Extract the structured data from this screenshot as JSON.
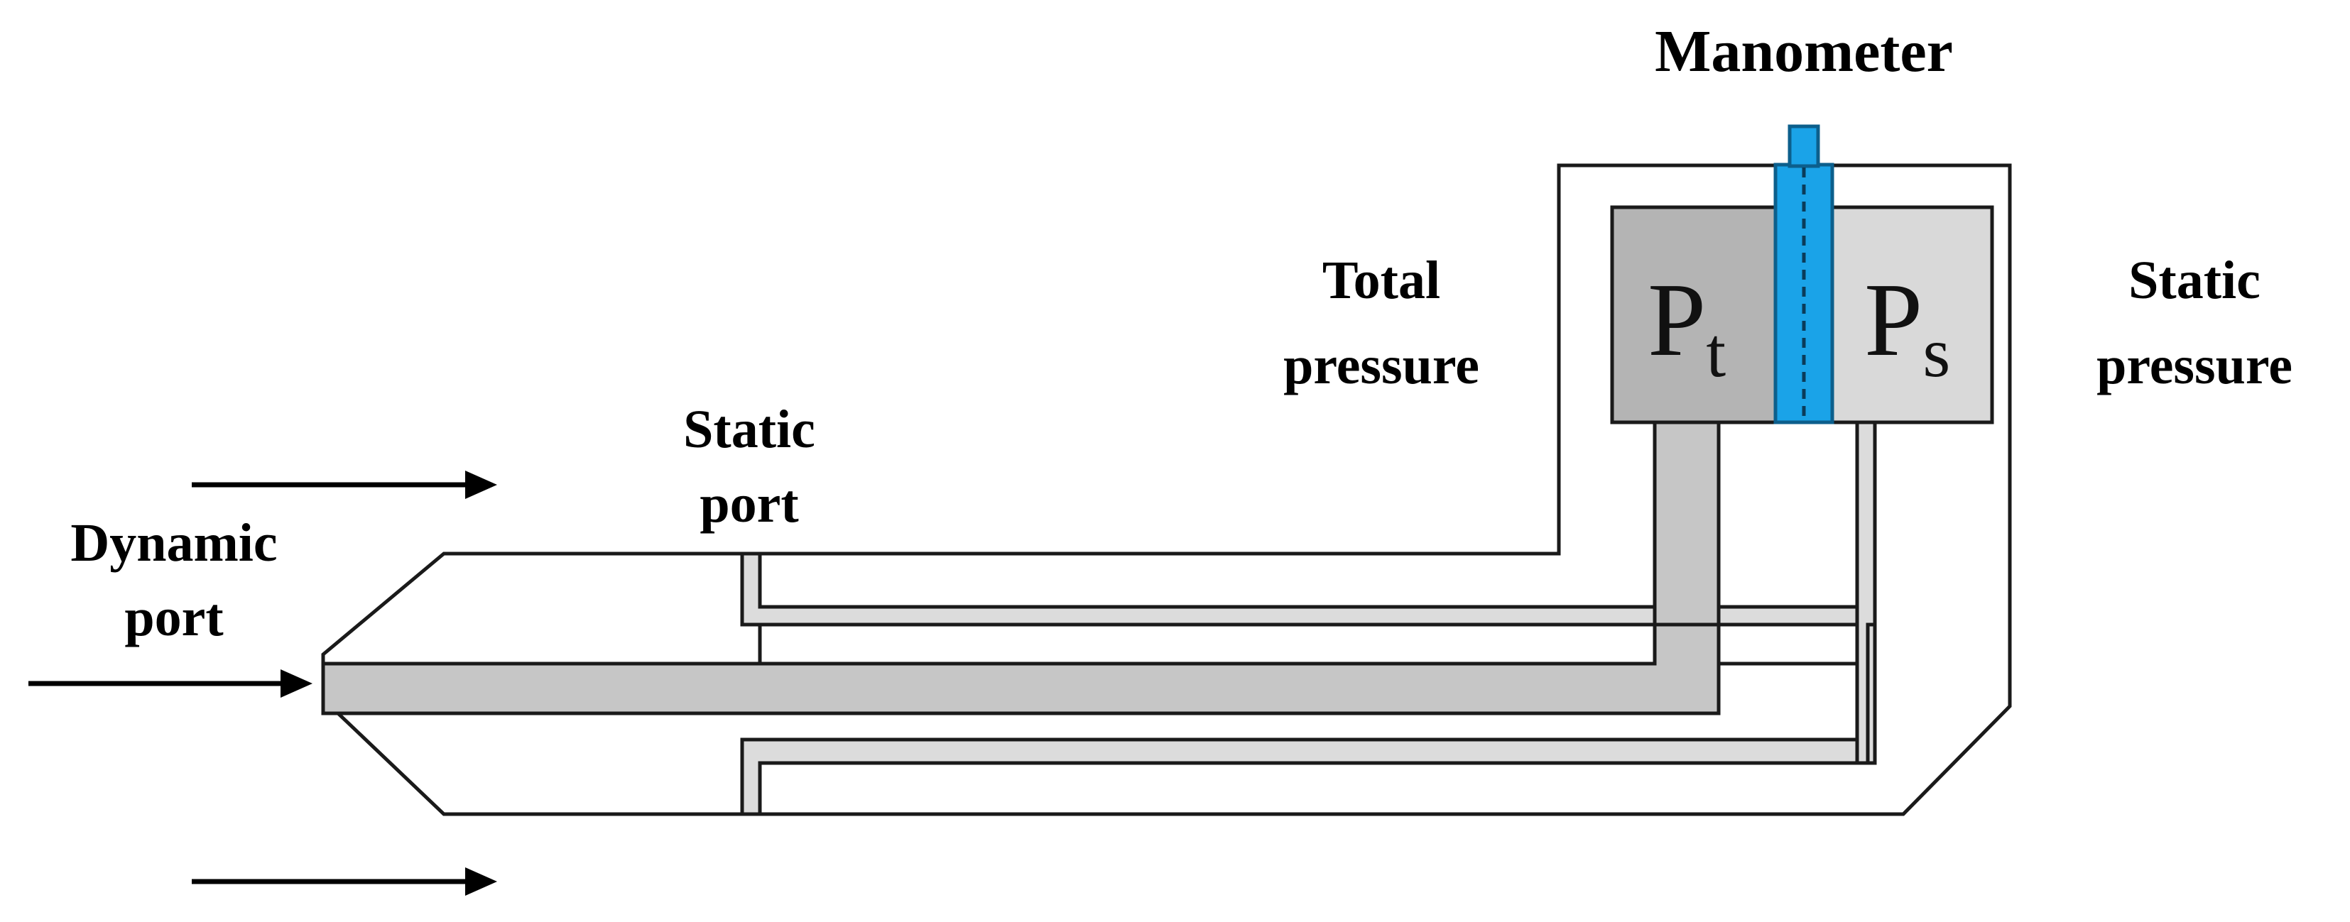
{
  "labels": {
    "manometer": "Manometer",
    "total_pressure_line1": "Total",
    "total_pressure_line2": "pressure",
    "static_pressure_line1": "Static",
    "static_pressure_line2": "pressure",
    "static_port_line1": "Static",
    "static_port_line2": "port",
    "dynamic_port_line1": "Dynamic",
    "dynamic_port_line2": "port"
  },
  "chambers": {
    "total": {
      "symbol": "P",
      "subscript": "t"
    },
    "static": {
      "symbol": "P",
      "subscript": "s"
    }
  },
  "colors": {
    "manometer": "#1aa3e8",
    "total_chamber": "#b4b4b4",
    "static_chamber": "#d9d9d9",
    "tube_fill": "#c6c6c6"
  }
}
